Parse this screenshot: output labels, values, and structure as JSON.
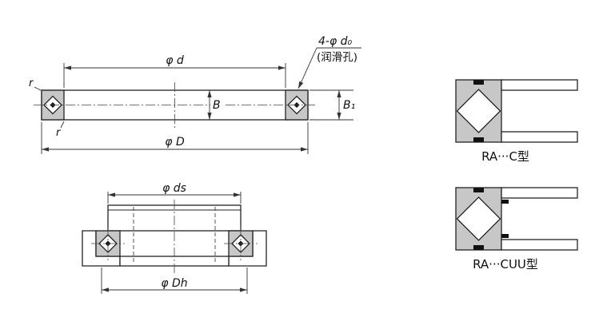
{
  "figure": {
    "top_view": {
      "dim_d": "φ d",
      "dim_D": "φ D",
      "dim_B": "B",
      "dim_B1": "B₁",
      "radius_top": "r",
      "radius_bottom": "r",
      "holes_label": "4-φ d₀",
      "holes_note": "(润滑孔)"
    },
    "mount_view": {
      "dim_ds": "φ ds",
      "dim_Dh": "φ Dh"
    },
    "details": {
      "type_c": "RA···C型",
      "type_cuu": "RA···CUU型"
    }
  }
}
